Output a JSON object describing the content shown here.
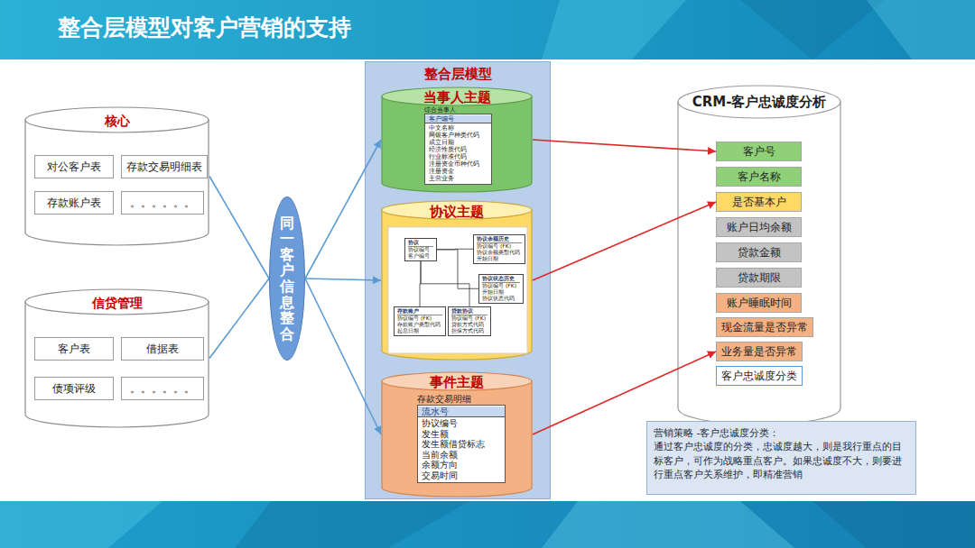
{
  "diagram": {
    "title": "整合层模型对客户营销的支持",
    "nodes": [
      {
        "text": [
          "核心"
        ]
      },
      {
        "text": [
          "对公客户表"
        ],
        "in": 0
      },
      {
        "text": [
          "存款交易明细表"
        ],
        "in": 0
      },
      {
        "text": [
          "存款账户表"
        ],
        "in": 0
      },
      {
        "text": [
          "。。。。。。"
        ],
        "in": 0
      },
      {
        "text": [
          "信贷管理"
        ]
      },
      {
        "text": [
          "客户表"
        ],
        "in": 5
      },
      {
        "text": [
          "借据表"
        ],
        "in": 5
      },
      {
        "text": [
          "债项评级"
        ],
        "in": 5
      },
      {
        "text": [
          "。。。。。。"
        ],
        "in": 5
      },
      {
        "text": [
          "同一客户信息整合"
        ]
      },
      {
        "text": [
          "整合层模型"
        ]
      },
      {
        "text": [
          "当事人主题"
        ],
        "in": 11
      },
      {
        "text": [
          "综合当事人",
          "客户编号",
          "中文名称",
          "网银客户种类代码",
          "成立日期",
          "经济性质代码",
          "行业标准代码",
          "注册资金币种代码",
          "注册资金",
          "主营业务"
        ],
        "in": 12
      },
      {
        "text": [
          "协议主题"
        ],
        "in": 11
      },
      {
        "text": [
          "协议",
          "协议编号",
          "客户编号"
        ],
        "in": 14
      },
      {
        "text": [
          "协议余额历史",
          "协议编号 (FK)",
          "协议余额类型代码",
          "开始日期"
        ],
        "in": 14
      },
      {
        "text": [
          "协议状态历史",
          "协议编号 (FK)",
          "开始日期",
          "协议状态代码"
        ],
        "in": 14
      },
      {
        "text": [
          "存款账户",
          "协议编号 (FK)",
          "存款账户类型代码",
          "起息日期"
        ],
        "in": 14
      },
      {
        "text": [
          "贷款协议",
          "协议编号 (FK)",
          "贷款方式代码",
          "担保方式代码"
        ],
        "in": 14
      },
      {
        "text": [
          "事件主题"
        ],
        "in": 11
      },
      {
        "text": [
          "存款交易明细",
          "流水号",
          "协议编号",
          "发生额",
          "发生额借贷标志",
          "当前余额",
          "余额方向",
          "交易时间"
        ],
        "in": 20
      },
      {
        "text": [
          "CRM-客户忠诚度分析"
        ]
      },
      {
        "text": [
          "客户号"
        ],
        "in": 22
      },
      {
        "text": [
          "客户名称"
        ],
        "in": 22
      },
      {
        "text": [
          "是否基本户"
        ],
        "in": 22
      },
      {
        "text": [
          "账户日均余额"
        ],
        "in": 22
      },
      {
        "text": [
          "贷款金额"
        ],
        "in": 22
      },
      {
        "text": [
          "贷款期限"
        ],
        "in": 22
      },
      {
        "text": [
          "账户睡眠时间"
        ],
        "in": 22
      },
      {
        "text": [
          "现金流量是否异常"
        ],
        "in": 22
      },
      {
        "text": [
          "业务量是否异常"
        ],
        "in": 22
      },
      {
        "text": [
          "客户忠诚度分类"
        ],
        "in": 22
      },
      {
        "text": [
          "营销策略 -客户忠诚度分类：",
          "通过客户忠诚度的分类，忠诚度越大，则是我行重点的目标客户，可作为战略重点客户。如果忠诚度不大，则要进行重点客户关系维护，即精准营销"
        ]
      }
    ],
    "edges": [
      {
        "from": 0,
        "to": 10,
        "arrow": "none"
      },
      {
        "from": 5,
        "to": 10,
        "arrow": "none"
      },
      {
        "from": 10,
        "to": 12,
        "arrow": "to"
      },
      {
        "from": 10,
        "to": 14,
        "arrow": "to"
      },
      {
        "from": 10,
        "to": 20,
        "arrow": "to"
      },
      {
        "from": 12,
        "to": 23,
        "arrow": "to"
      },
      {
        "from": 14,
        "to": 25,
        "arrow": "to"
      },
      {
        "from": 20,
        "to": 31,
        "arrow": "to"
      },
      {
        "from": 15,
        "to": 16,
        "arrow": "none"
      },
      {
        "from": 15,
        "to": 17,
        "arrow": "none"
      },
      {
        "from": 15,
        "to": 18,
        "arrow": "none"
      },
      {
        "from": 15,
        "to": 19,
        "arrow": "none"
      }
    ]
  }
}
